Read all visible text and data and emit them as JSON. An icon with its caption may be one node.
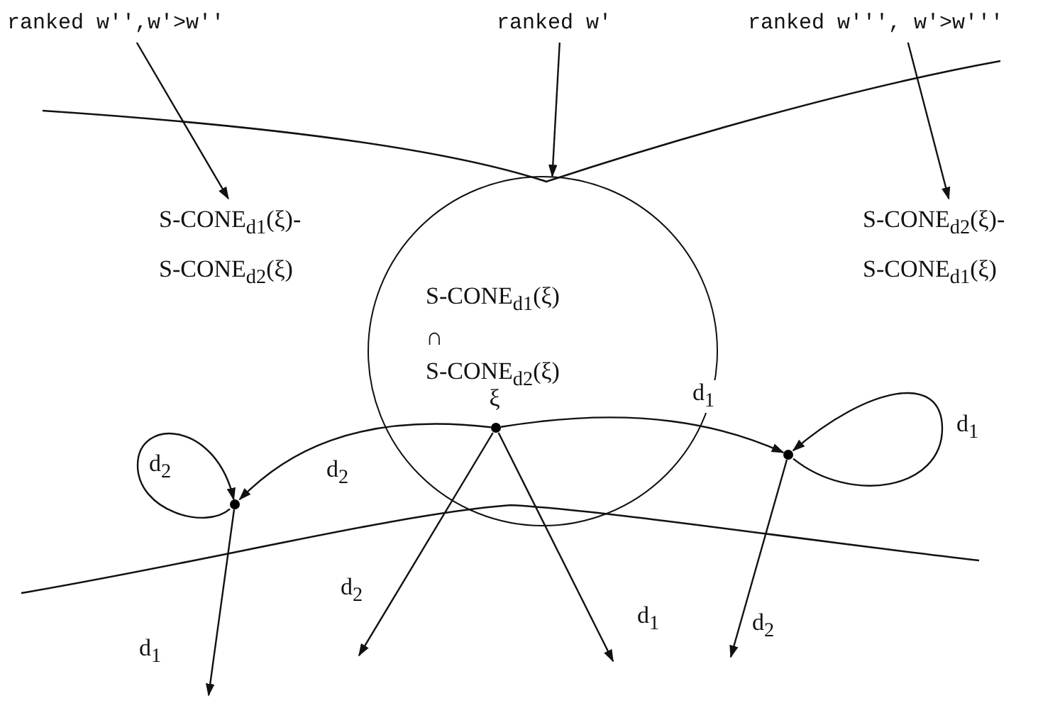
{
  "diagram": {
    "nodes": [
      {
        "text": [
          "ranked w'',w'>w''"
        ]
      },
      {
        "text": [
          "ranked w'"
        ]
      },
      {
        "text": [
          "ranked w''', w'>w'''"
        ]
      },
      {
        "text": [
          "S-CONE$_{d1}$(ξ)- S-CONE$_{d2}$(ξ)"
        ]
      },
      {
        "text": [
          "S-CONE$_{d1}$(ξ) ∩ S-CONE$_{d2}$(ξ)"
        ]
      },
      {
        "text": [
          "S-CONE$_{d2}$(ξ)- S-CONE$_{d1}$(ξ)"
        ]
      },
      {
        "text": [],
        "shape": "circle"
      },
      {
        "text": [],
        "shape": "circle",
        "beside": [
          "ξ"
        ],
        "in": 4
      },
      {
        "text": [],
        "shape": "circle"
      }
    ],
    "edges": [
      {
        "from": 0,
        "to": 3,
        "arrow": "to"
      },
      {
        "from": 1,
        "to": 4,
        "arrow": "to"
      },
      {
        "from": 2,
        "to": 5,
        "arrow": "to"
      },
      {
        "from": 7,
        "to": 6,
        "arrow": "to",
        "label": "d$_{2}$"
      },
      {
        "from": 7,
        "to": 8,
        "arrow": "to",
        "label": "d$_{1}$"
      },
      {
        "from": 6,
        "to": 6,
        "arrow": "to",
        "label": "d$_{2}$"
      },
      {
        "from": 8,
        "to": 8,
        "arrow": "to",
        "label": "d$_{1}$"
      },
      {
        "from": 6,
        "to": null,
        "arrow": "to",
        "label": "d$_{1}$"
      },
      {
        "from": 7,
        "to": null,
        "arrow": "to",
        "label": "d$_{2}$"
      },
      {
        "from": 7,
        "to": null,
        "arrow": "to",
        "label": "d$_{1}$"
      },
      {
        "from": 8,
        "to": null,
        "arrow": "to",
        "label": "d$_{2}$"
      }
    ]
  }
}
